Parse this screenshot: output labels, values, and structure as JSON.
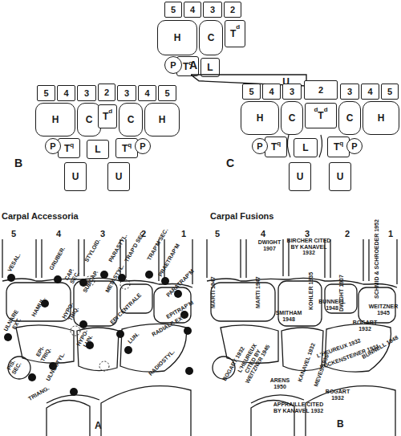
{
  "diagram": {
    "nodes": [
      {
        "text": [
          "5"
        ]
      },
      {
        "text": [
          "4"
        ]
      },
      {
        "text": [
          "3"
        ]
      },
      {
        "text": [
          "2"
        ]
      },
      {
        "text": [
          "H"
        ]
      },
      {
        "text": [
          "C"
        ]
      },
      {
        "text": [
          "T",
          "d"
        ]
      },
      {
        "text": [
          "P"
        ]
      },
      {
        "text": [
          "T",
          "q"
        ]
      },
      {
        "text": [
          "L"
        ]
      },
      {
        "text": [
          "U"
        ]
      },
      {
        "text": [
          "5"
        ]
      },
      {
        "text": [
          "4"
        ]
      },
      {
        "text": [
          "3"
        ]
      },
      {
        "text": [
          "2"
        ]
      },
      {
        "text": [
          "3"
        ]
      },
      {
        "text": [
          "4"
        ]
      },
      {
        "text": [
          "5"
        ]
      },
      {
        "text": [
          "H"
        ]
      },
      {
        "text": [
          "C"
        ]
      },
      {
        "text": [
          "T",
          "d"
        ]
      },
      {
        "text": [
          "C"
        ]
      },
      {
        "text": [
          "H"
        ]
      },
      {
        "text": [
          "P"
        ]
      },
      {
        "text": [
          "T",
          "q"
        ]
      },
      {
        "text": [
          "L"
        ]
      },
      {
        "text": [
          "T",
          "q"
        ]
      },
      {
        "text": [
          "P"
        ]
      },
      {
        "text": [
          "U"
        ]
      },
      {
        "text": [
          "U"
        ]
      },
      {
        "text": [
          "5"
        ]
      },
      {
        "text": [
          "4"
        ]
      },
      {
        "text": [
          "3"
        ]
      },
      {
        "text": [
          "2"
        ]
      },
      {
        "text": [
          "3"
        ]
      },
      {
        "text": [
          "4"
        ]
      },
      {
        "text": [
          "5"
        ]
      },
      {
        "text": [
          "H"
        ]
      },
      {
        "text": [
          "C"
        ]
      },
      {
        "text": [
          "d",
          "T",
          "d"
        ]
      },
      {
        "text": [
          "C"
        ]
      },
      {
        "text": [
          "H"
        ]
      },
      {
        "text": [
          "P"
        ]
      },
      {
        "text": [
          "T",
          "q"
        ]
      },
      {
        "text": [
          "L"
        ]
      },
      {
        "text": [
          "T",
          "q"
        ]
      },
      {
        "text": [
          "P"
        ]
      },
      {
        "text": [
          "U"
        ]
      },
      {
        "text": [
          "U"
        ]
      }
    ],
    "labels": [
      "A",
      "B",
      "C",
      "Carpal Accessoria",
      "5",
      "4",
      "3",
      "2",
      "1",
      "VESAL.",
      "GRUBER.",
      "CAP. SEC.",
      "STYLOID.",
      "SUBCAP.",
      "PARASTYL.",
      "TRAP'D SEC.",
      "TRAP'M SEC.",
      "PRAETRAP'M",
      "PARATRAP'M",
      "METASTYL.",
      "EPITRAP'M",
      "RADIALE EXT.",
      "ULNARE EXT.",
      "HAMUL.",
      "HYPO-TRIQ.",
      "EPI CENTRALE",
      "LUN.",
      "PIS. SEC.",
      "EPI-TRIQ.",
      "HYPO-LUN.",
      "ULNOSTYL.",
      "TRIANG.",
      "RADIOSTYL.",
      "A",
      "Carpal Fusions",
      "5",
      "4",
      "3",
      "2",
      "1",
      "DWIGHT 1907",
      "BIRCHER CITED BY KANAVEL 1932",
      "MARTI 1947",
      "MARTI 1947",
      "KOHLER 1935",
      "DWIGHT 1907",
      "SCHMID & SCHROEDER 1952",
      "SMITHAM 1948",
      "BUNNELL 1948",
      "BOGART 1932",
      "WEITZNER 1945",
      "BUNNELL 1948",
      "L'HEUREUX 1932",
      "RUCKENSTEINER 1931",
      "L'HEUREUX CITED BY WEITZNER 1945",
      "BOGART 1932",
      "KANAVEL 1932",
      "MEVES 1936",
      "ARENS 1950",
      "BOGART 1932",
      "APPRAILLE CITED BY KANAVEL 1932",
      "B"
    ]
  }
}
